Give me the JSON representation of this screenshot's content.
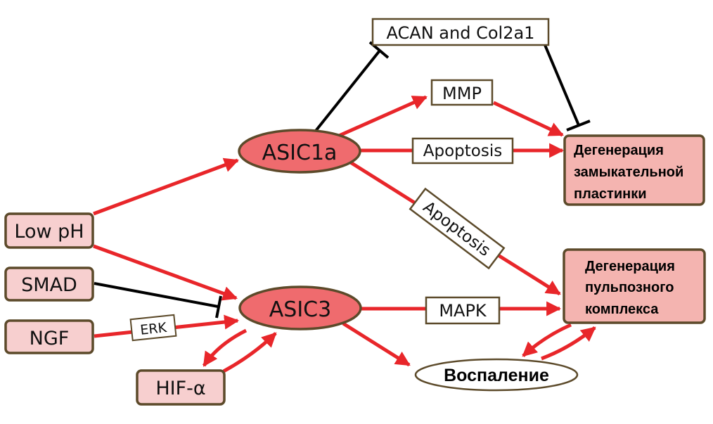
{
  "colors": {
    "activation": "#e8262a",
    "inhibition": "#000000",
    "node_fill_pink": "#f7cfcf",
    "node_fill_outcome": "#f4b4b0",
    "ellipse_fill": "#ef6b6e",
    "border_brown": "#5c4a2a",
    "label_fill": "#ffffff"
  },
  "nodes": {
    "low_ph": "Low pH",
    "smad": "SMAD",
    "ngf": "NGF",
    "hif": "HIF-α",
    "asic1a": "ASIC1a",
    "asic3": "ASIC3",
    "acan": "ACAN and Col2a1",
    "mmp": "MMP",
    "apoptosis_top": "Apoptosis",
    "apoptosis_diag": "Apoptosis",
    "mapk": "MAPK",
    "erk": "ERK",
    "inflammation": "Воспаление",
    "endplate_degeneration": [
      "Дегенерация",
      "замыкательной",
      "пластинки"
    ],
    "pulp_degeneration": [
      "Дегенерация",
      "пульпозного",
      "комплекса"
    ]
  }
}
